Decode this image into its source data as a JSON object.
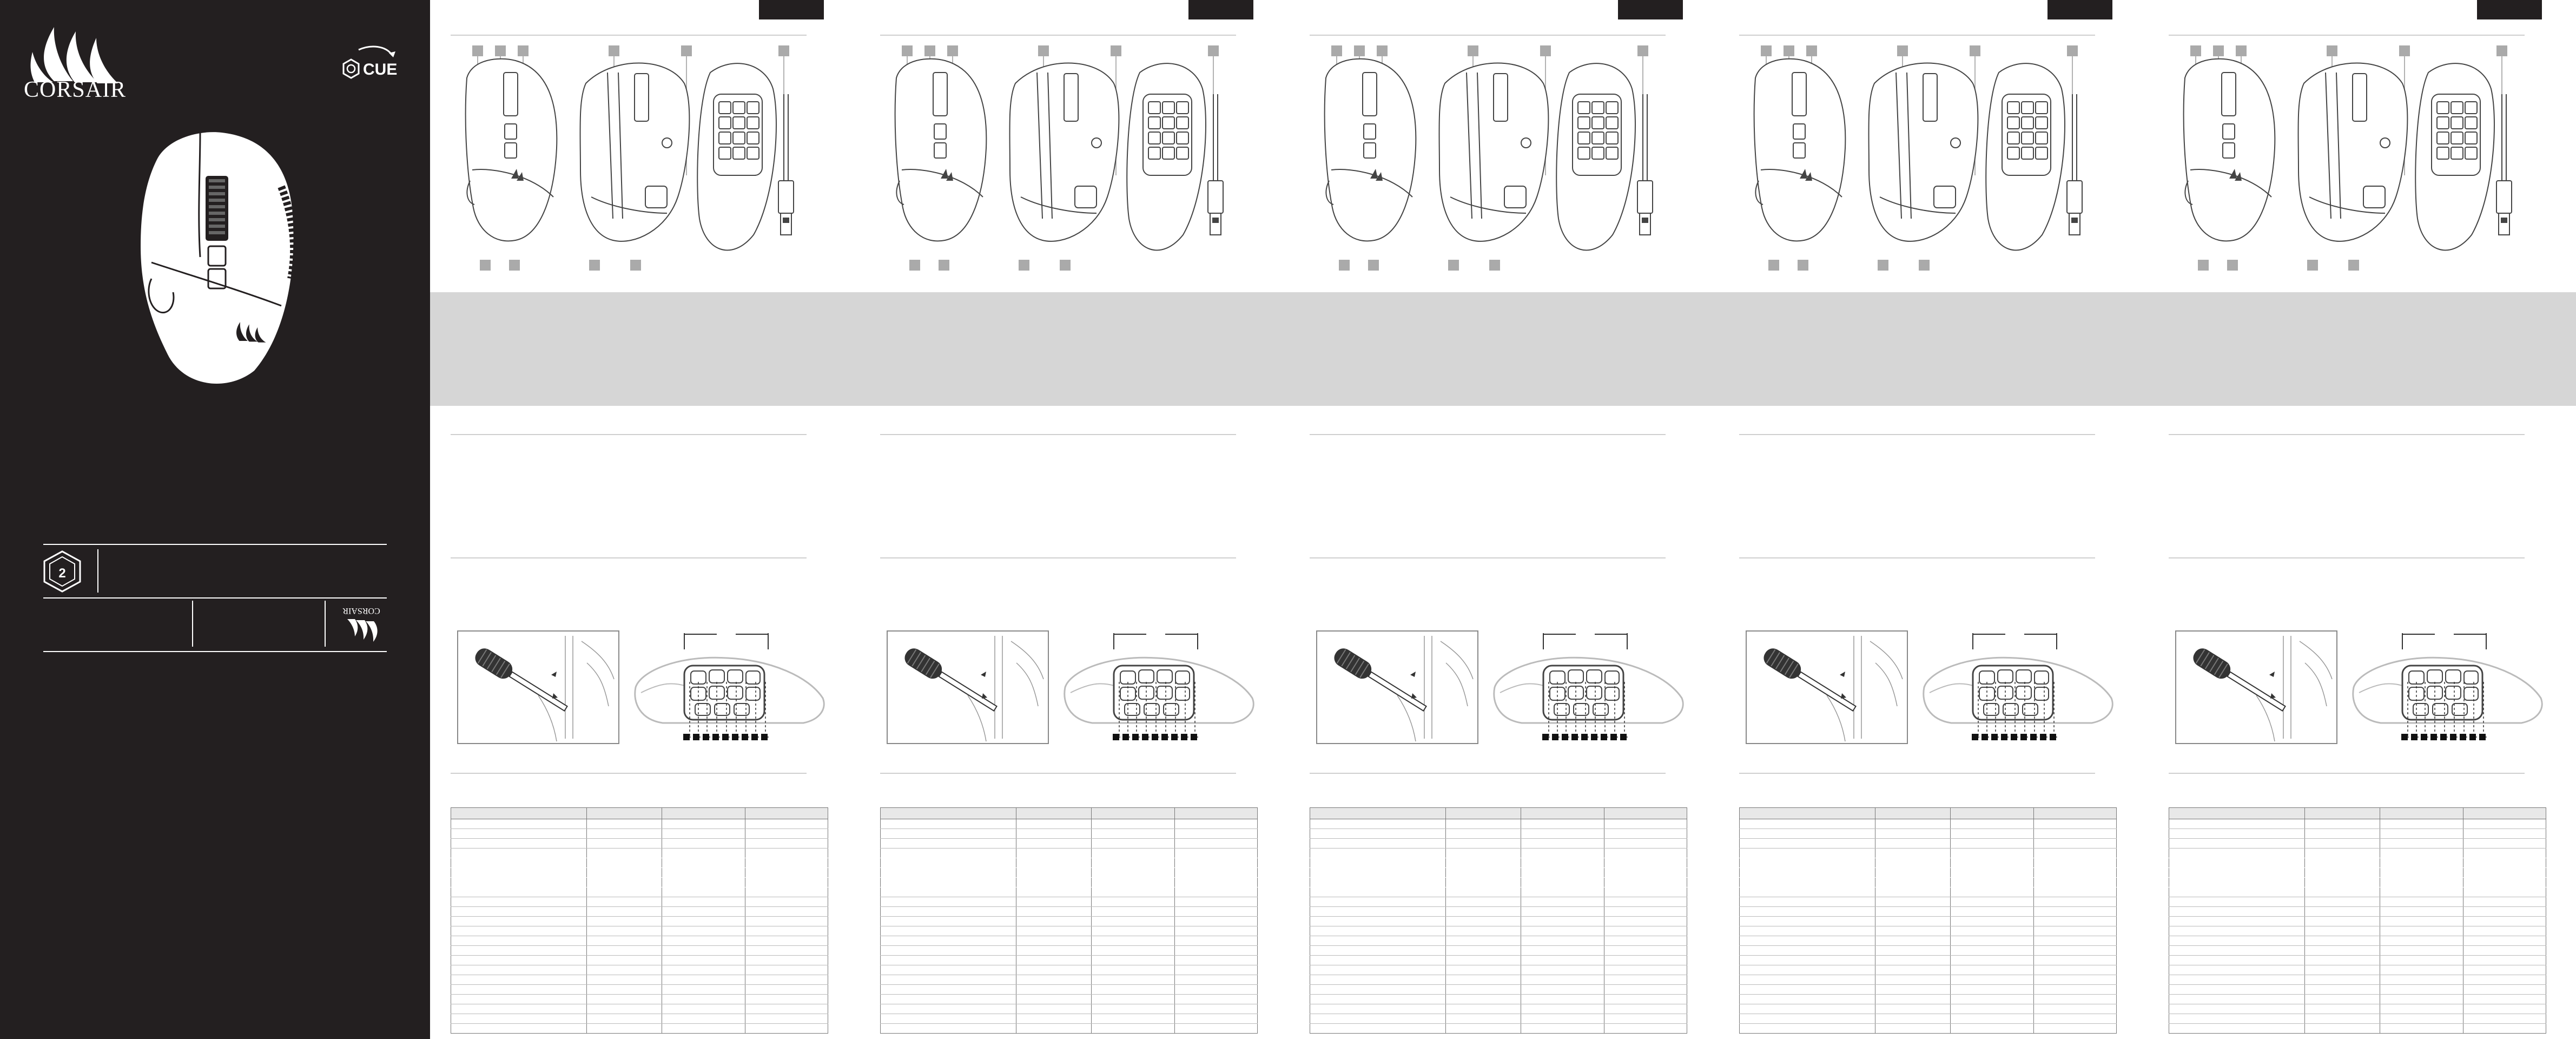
{
  "brand": {
    "wordmark": "CORSAIR",
    "software_badge": "CUE"
  },
  "colors": {
    "cover_bg": "#231f20",
    "band_gray": "#d6d6d6",
    "rule_gray": "#cfcfcf",
    "line_art": "#444444"
  },
  "icons": {
    "warranty": "warranty-shield-icon",
    "sails": "corsair-sails-icon",
    "cue": "cue-software-icon"
  },
  "panels": [
    {
      "id": "panel-1"
    },
    {
      "id": "panel-2"
    },
    {
      "id": "panel-3"
    },
    {
      "id": "panel-4"
    },
    {
      "id": "panel-5"
    }
  ]
}
